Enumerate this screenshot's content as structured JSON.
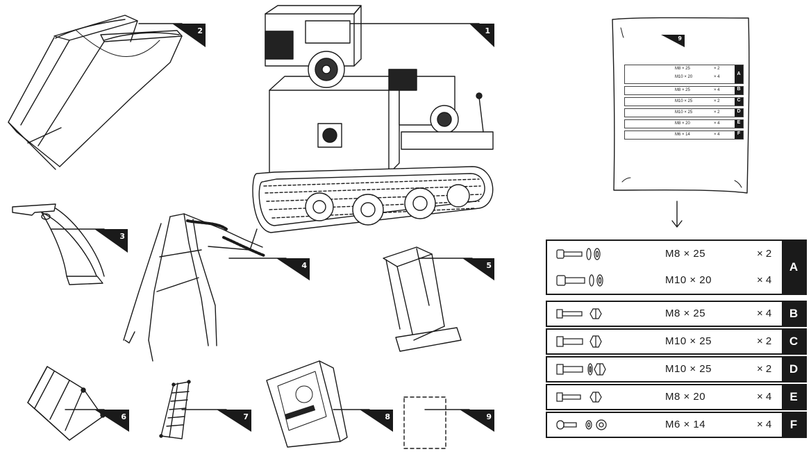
{
  "parts": [
    {
      "num": "1",
      "name": "chipper-shredder-machine"
    },
    {
      "num": "2",
      "name": "hopper"
    },
    {
      "num": "3",
      "name": "discharge-chute"
    },
    {
      "num": "4",
      "name": "handlebar"
    },
    {
      "num": "5",
      "name": "funnel"
    },
    {
      "num": "6",
      "name": "feed-chute"
    },
    {
      "num": "7",
      "name": "grate"
    },
    {
      "num": "8",
      "name": "manual"
    },
    {
      "num": "9",
      "name": "hardware-bag"
    }
  ],
  "bag": {
    "label_num": "9",
    "groups": [
      {
        "letter": "A",
        "rows": [
          {
            "size": "M8 × 25",
            "qty": "× 2"
          },
          {
            "size": "M10 × 20",
            "qty": "× 4"
          }
        ]
      },
      {
        "letter": "B",
        "rows": [
          {
            "size": "M8 × 25",
            "qty": "× 4"
          }
        ]
      },
      {
        "letter": "C",
        "rows": [
          {
            "size": "M10 × 25",
            "qty": "× 2"
          }
        ]
      },
      {
        "letter": "D",
        "rows": [
          {
            "size": "M10 × 25",
            "qty": "× 2"
          }
        ]
      },
      {
        "letter": "E",
        "rows": [
          {
            "size": "M8 × 20",
            "qty": "× 4"
          }
        ]
      },
      {
        "letter": "F",
        "rows": [
          {
            "size": "M6 × 14",
            "qty": "× 4"
          }
        ]
      }
    ]
  },
  "hardware": [
    {
      "letter": "A",
      "rows": [
        {
          "size": "M8 × 25",
          "qty": "× 2",
          "icon": "bolt-washer-washer-icon"
        },
        {
          "size": "M10 × 20",
          "qty": "× 4",
          "icon": "bolt-washer-washer-icon"
        }
      ]
    },
    {
      "letter": "B",
      "rows": [
        {
          "size": "M8 × 25",
          "qty": "× 4",
          "icon": "bolt-nut-icon"
        }
      ]
    },
    {
      "letter": "C",
      "rows": [
        {
          "size": "M10 × 25",
          "qty": "× 2",
          "icon": "bolt-nut-icon"
        }
      ]
    },
    {
      "letter": "D",
      "rows": [
        {
          "size": "M10 × 25",
          "qty": "× 2",
          "icon": "bolt-washer-nut-icon"
        }
      ]
    },
    {
      "letter": "E",
      "rows": [
        {
          "size": "M8 × 20",
          "qty": "× 4",
          "icon": "bolt-nut-icon"
        }
      ]
    },
    {
      "letter": "F",
      "rows": [
        {
          "size": "M6 × 14",
          "qty": "× 4",
          "icon": "bolt-nut-washer-icon"
        }
      ]
    }
  ],
  "colors": {
    "ink": "#1a1a1a",
    "paper": "#ffffff"
  }
}
